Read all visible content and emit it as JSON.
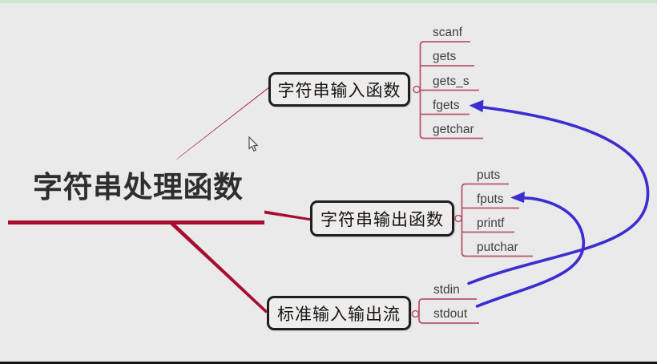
{
  "colors": {
    "background": "#eaeaea",
    "top_strip": "#c9e7cb",
    "bottom_bar": "#151515",
    "branch": "#a60e2f",
    "child_line": "#b8556b",
    "arrow": "#3c2dd1",
    "node_border": "#1f1f1f",
    "node_fill": "#eeedec",
    "title_text": "#2e2e2e",
    "node_text": "#161616",
    "child_text": "#3f3f3f"
  },
  "root": {
    "label": "字符串处理函数"
  },
  "branches": [
    {
      "label": "字符串输入函数",
      "children": [
        "scanf",
        "gets",
        "gets_s",
        "fgets",
        "getchar"
      ]
    },
    {
      "label": "字符串输出函数",
      "children": [
        "puts",
        "fputs",
        "printf",
        "putchar"
      ]
    },
    {
      "label": "标准输入输出流",
      "children": [
        "stdin",
        "stdout"
      ]
    }
  ],
  "relationships": [
    {
      "from": "stdin",
      "to": "fgets"
    },
    {
      "from": "stdout",
      "to": "fputs"
    }
  ]
}
